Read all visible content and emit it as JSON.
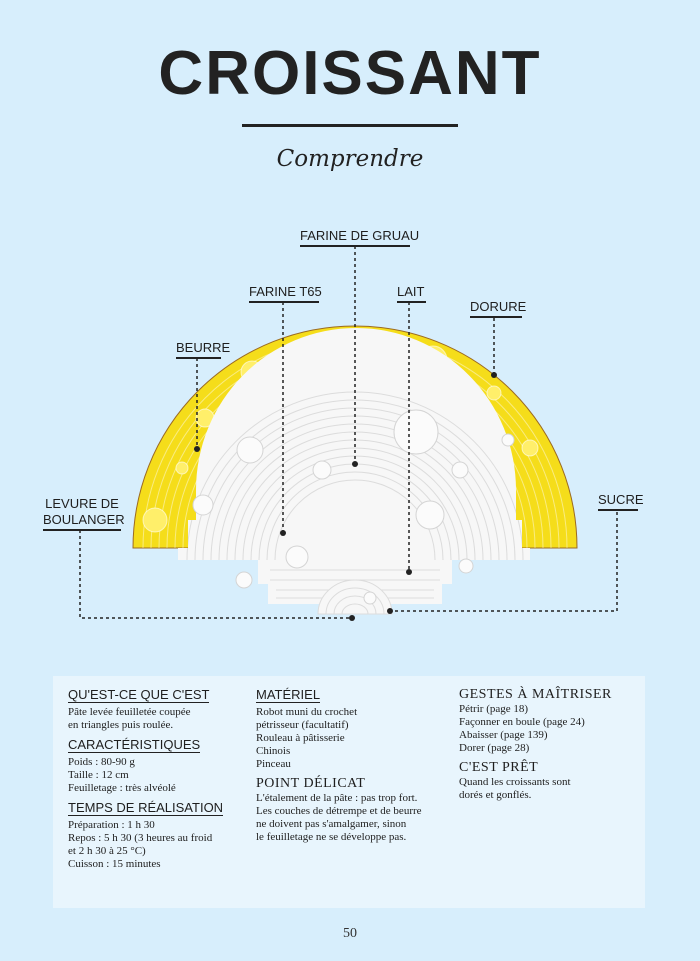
{
  "header": {
    "title": "CROISSANT",
    "subtitle": "Comprendre"
  },
  "diagram": {
    "labels": {
      "farine_gruau": "FARINE DE GRUAU",
      "farine_t65": "FARINE T65",
      "lait": "LAIT",
      "dorure": "DORURE",
      "beurre": "BEURRE",
      "levure_line1": "LEVURE DE",
      "levure_line2": "BOULANGER",
      "sucre": "SUCRE"
    },
    "colors": {
      "background": "#d7eefc",
      "dough_yellow": "#f5dd1a",
      "dough_white": "#f7f7f7",
      "outline": "#9b6a22"
    }
  },
  "info": {
    "quest": {
      "heading": "QU'EST-CE QUE C'EST",
      "lines": [
        "Pâte levée feuilletée coupée",
        "en triangles puis roulée."
      ]
    },
    "carac": {
      "heading": "CARACTÉRISTIQUES",
      "lines": [
        "Poids : 80-90 g",
        "Taille : 12 cm",
        "Feuilletage : très alvéolé"
      ]
    },
    "temps": {
      "heading": "TEMPS DE RÉALISATION",
      "lines": [
        "Préparation : 1 h 30",
        "Repos : 5 h 30 (3 heures au froid",
        "et 2 h 30 à 25 °C)",
        "Cuisson : 15 minutes"
      ]
    },
    "materiel": {
      "heading": "MATÉRIEL",
      "lines": [
        "Robot muni du crochet",
        "pétrisseur (facultatif)",
        "Rouleau à pâtisserie",
        "Chinois",
        "Pinceau"
      ]
    },
    "point": {
      "heading": "POINT DÉLICAT",
      "lines": [
        "L'étalement de la pâte : pas trop fort.",
        "Les couches de détrempe et de beurre",
        "ne doivent pas s'amalgamer, sinon",
        "le feuilletage ne se développe pas."
      ]
    },
    "gestes": {
      "heading": "GESTES À MAÎTRISER",
      "lines": [
        "Pétrir (page 18)",
        "Façonner en boule (page 24)",
        "Abaisser (page 139)",
        "Dorer (page 28)"
      ]
    },
    "pret": {
      "heading": "C'EST PRÊT",
      "lines": [
        "Quand les croissants sont",
        "dorés et gonflés."
      ]
    }
  },
  "footer": {
    "page_number": "50"
  }
}
